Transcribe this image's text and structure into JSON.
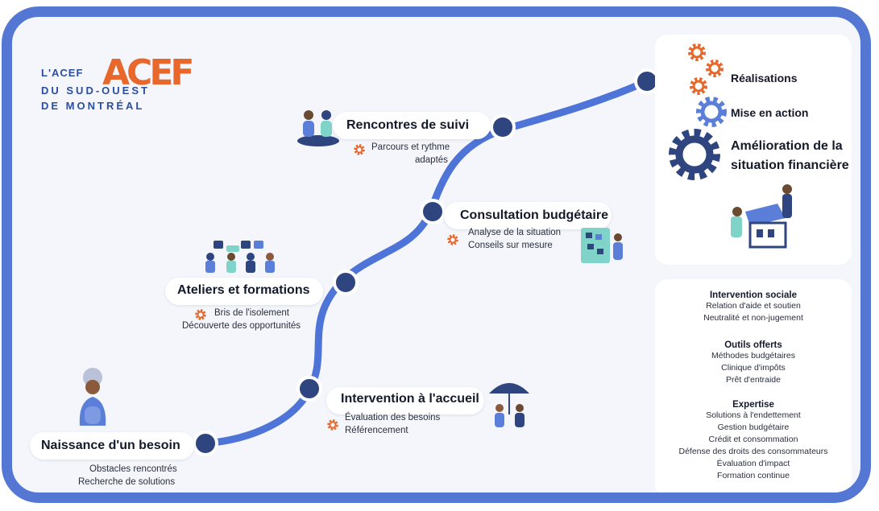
{
  "logo": {
    "prefix": "L'ACEF",
    "brand": "ACEF",
    "line2": "DU SUD-OUEST",
    "line3": "DE MONTRÉAL"
  },
  "stages": [
    {
      "title": "Naissance d'un besoin",
      "lines": [
        "Obstacles rencontrés",
        "Recherche de solutions"
      ]
    },
    {
      "title": "Intervention à l'accueil",
      "lines": [
        "Évaluation des besoins",
        "Référencement"
      ]
    },
    {
      "title": "Ateliers et formations",
      "lines": [
        "Bris de l'isolement",
        "Découverte des opportunités"
      ]
    },
    {
      "title": "Consultation budgétaire",
      "lines": [
        "Analyse de la situation",
        "Conseils sur mesure"
      ]
    },
    {
      "title": "Rencontres de suivi",
      "lines": [
        "Parcours et rythme",
        "adaptés"
      ]
    }
  ],
  "goals": {
    "g1": "Réalisations",
    "g2": "Mise en action",
    "g3a": "Amélioration de la",
    "g3b": "situation financière"
  },
  "panel": {
    "sections": [
      {
        "title": "Intervention sociale",
        "items": [
          "Relation d'aide et soutien",
          "Neutralité et non-jugement"
        ]
      },
      {
        "title": "Outils offerts",
        "items": [
          "Méthodes budgétaires",
          "Clinique d'impôts",
          "Prêt d'entraide"
        ]
      },
      {
        "title": "Expertise",
        "items": [
          "Solutions à l'endettement",
          "Gestion budgétaire",
          "Crédit et consommation",
          "Défense des droits des consommateurs",
          "Évaluation d'impact",
          "Formation continue"
        ]
      }
    ]
  },
  "colors": {
    "frame": "#5577d4",
    "path": "#4d74d6",
    "node": "#2f4580",
    "gear": "#e8672a",
    "gearBlue": "#5b7fd8",
    "gearDark": "#2f4580"
  }
}
